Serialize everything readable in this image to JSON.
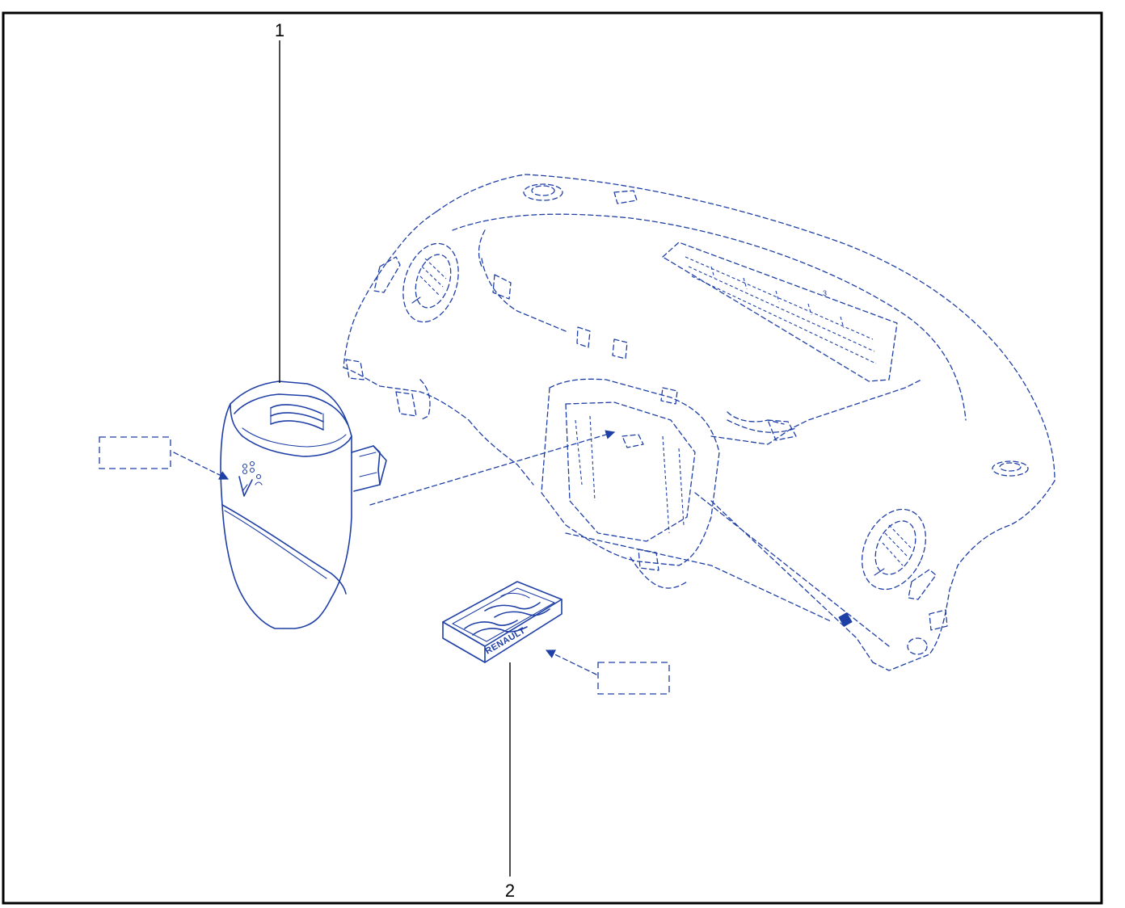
{
  "diagram": {
    "callouts": [
      {
        "id": "1",
        "label": "1"
      },
      {
        "id": "2",
        "label": "2"
      }
    ],
    "part2_brand": "RENAULT",
    "colors": {
      "ink": "#1e3fa6",
      "frame": "#000000",
      "background": "#ffffff"
    }
  }
}
